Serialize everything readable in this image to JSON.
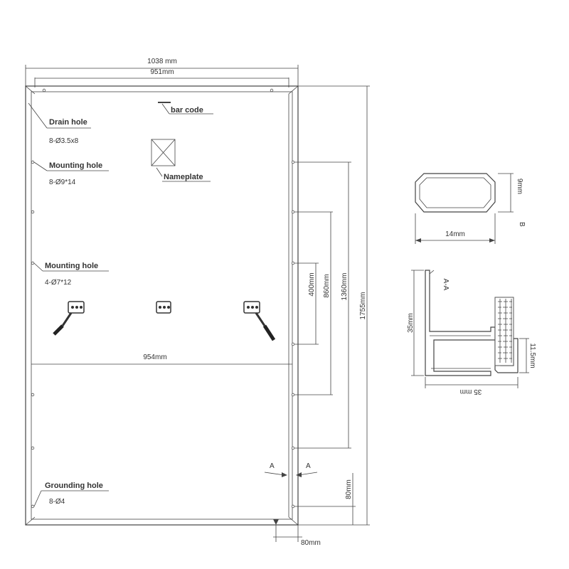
{
  "dimensions": {
    "overall_width": "1038 mm",
    "inner_width": "951mm",
    "cross_bar_width": "954mm",
    "overall_height": "1755mm",
    "mount_spacing_1": "1360mm",
    "mount_spacing_2": "860mm",
    "mount_spacing_3": "400mm",
    "bottom_offset": "80mm",
    "frame_width": "80mm"
  },
  "labels": {
    "bar_code": "bar code",
    "nameplate": "Nameplate",
    "drain_hole": {
      "title": "Drain hole",
      "spec": "8-Ø3.5x8"
    },
    "mounting_hole_1": {
      "title": "Mounting hole",
      "spec": "8-Ø9*14"
    },
    "mounting_hole_2": {
      "title": "Mounting hole",
      "spec": "4-Ø7*12"
    },
    "grounding_hole": {
      "title": "Grounding hole",
      "spec": "8-Ø4"
    },
    "section_marker_left": "A",
    "section_marker_right": "A"
  },
  "detail_b": {
    "width": "14mm",
    "height": "9mm",
    "label": "B"
  },
  "section_aa": {
    "title": "A-A",
    "height": "35mm",
    "width": "35 mm",
    "lip": "11.5mm"
  },
  "colors": {
    "line": "#444444",
    "text": "#333333"
  }
}
